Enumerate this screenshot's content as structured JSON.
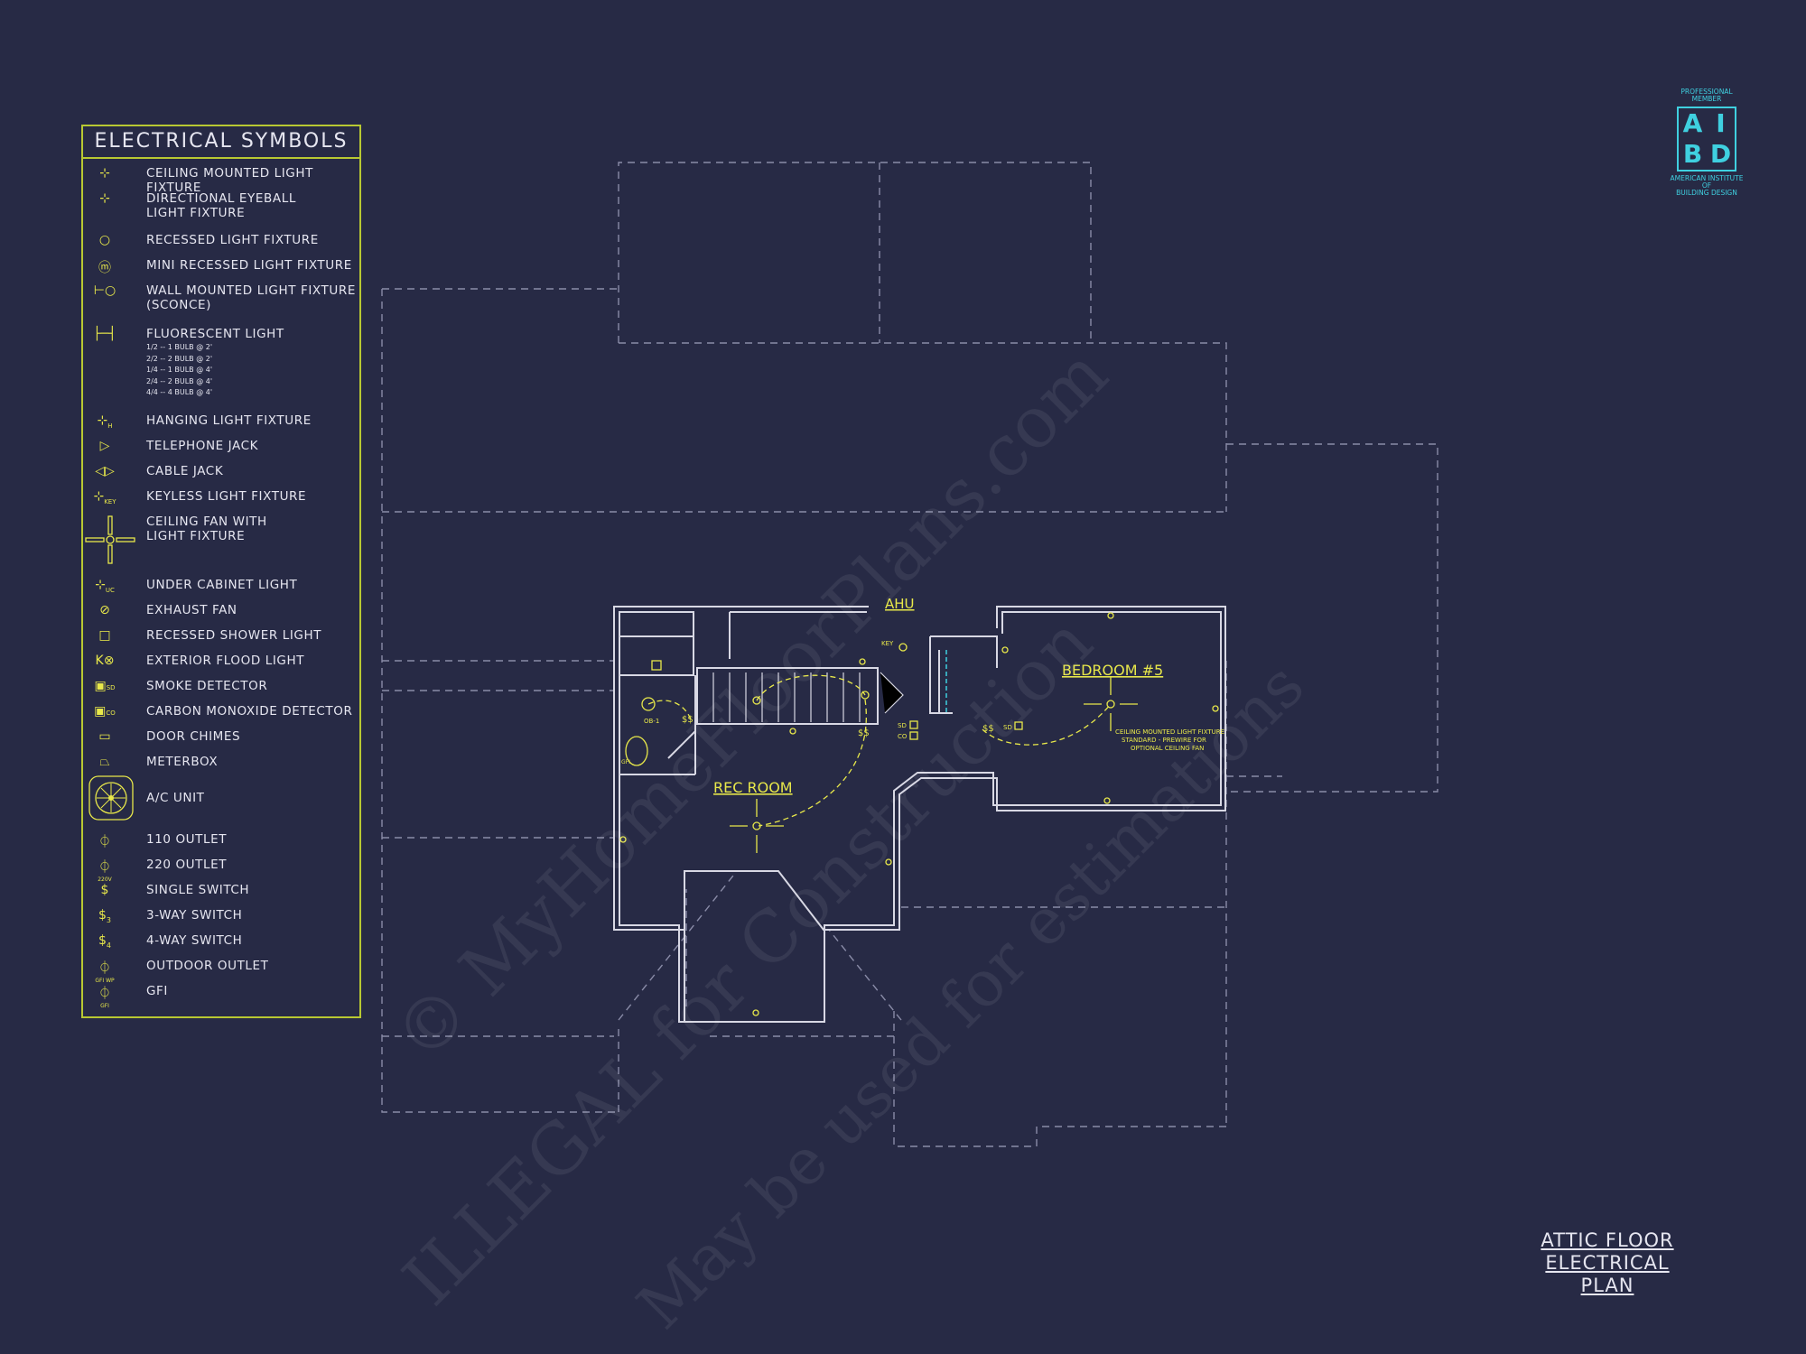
{
  "legend": {
    "title": "ELECTRICAL SYMBOLS",
    "items": [
      {
        "label": "CEILING MOUNTED LIGHT FIXTURE"
      },
      {
        "label": "DIRECTIONAL EYEBALL\nLIGHT FIXTURE"
      },
      {
        "label": "RECESSED LIGHT FIXTURE"
      },
      {
        "label": "MINI RECESSED LIGHT FIXTURE"
      },
      {
        "label": "WALL MOUNTED LIGHT FIXTURE\n(SCONCE)"
      },
      {
        "label": "FLUORESCENT LIGHT",
        "sub": "1/2 -- 1 BULB @ 2'\n2/2 -- 2 BULB @ 2'\n1/4 -- 1 BULB @ 4'\n2/4 -- 2 BULB @ 4'\n4/4 -- 4 BULB @ 4'"
      },
      {
        "label": "HANGING LIGHT FIXTURE"
      },
      {
        "label": "TELEPHONE JACK"
      },
      {
        "label": "CABLE JACK"
      },
      {
        "label": "KEYLESS LIGHT FIXTURE"
      },
      {
        "label": "CEILING FAN WITH\nLIGHT FIXTURE"
      },
      {
        "label": "UNDER CABINET LIGHT"
      },
      {
        "label": "EXHAUST FAN"
      },
      {
        "label": "RECESSED SHOWER LIGHT"
      },
      {
        "label": "EXTERIOR FLOOD LIGHT"
      },
      {
        "label": "SMOKE DETECTOR"
      },
      {
        "label": "CARBON MONOXIDE DETECTOR"
      },
      {
        "label": "DOOR CHIMES"
      },
      {
        "label": "METERBOX"
      },
      {
        "label": "A/C UNIT"
      },
      {
        "label": "110 OUTLET"
      },
      {
        "label": "220 OUTLET"
      },
      {
        "label": "SINGLE SWITCH"
      },
      {
        "label": "3-WAY SWITCH"
      },
      {
        "label": "4-WAY SWITCH"
      },
      {
        "label": "OUTDOOR OUTLET"
      },
      {
        "label": "GFI"
      }
    ],
    "symbol_tags": {
      "hanging": "H",
      "key": "KEY",
      "uc": "UC",
      "sd": "SD",
      "co": "CO",
      "v220": "220V",
      "s3": "3",
      "s4": "4",
      "gfiwp": "GFI WP",
      "gfi": "GFI"
    }
  },
  "plan": {
    "rooms": {
      "rec_room": "REC ROOM",
      "bedroom": "BEDROOM #5",
      "ahu": "AHU"
    },
    "tags": {
      "key": "KEY",
      "sd": "SD",
      "co": "CO",
      "ob": "OB-1",
      "gfi": "GFI",
      "switches": "$$"
    },
    "note": "CEILING MOUNTED LIGHT FIXTURE\nSTANDARD - PREWIRE FOR\nOPTIONAL CEILING FAN"
  },
  "badge": {
    "top": "PROFESSIONAL\nMEMBER",
    "letters": [
      "A",
      "I",
      "B",
      "D"
    ],
    "bottom": "AMERICAN INSTITUTE\nOF\nBUILDING DESIGN"
  },
  "title_block": {
    "line1": "ATTIC FLOOR",
    "line2": "ELECTRICAL PLAN"
  },
  "watermark": {
    "line1": "© MyHomeFloorPlans.com",
    "line2": "ILLEGAL for Construction",
    "line3": "May be used for estimations"
  },
  "colors": {
    "background": "#272a45",
    "legend_border": "#b8c832",
    "symbol": "#e8e84a",
    "wall": "#d8d8e4",
    "dashed": "#8a8ca8",
    "badge": "#3fd0e0"
  }
}
